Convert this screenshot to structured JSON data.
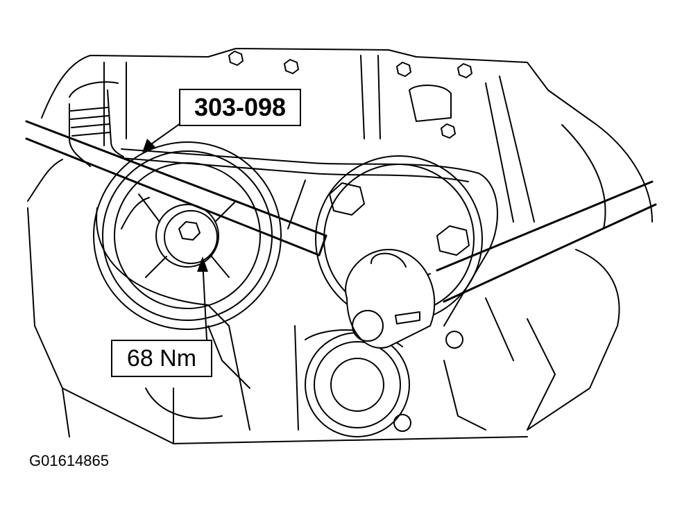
{
  "callouts": {
    "tool_number": "303-098",
    "torque_value": "68 Nm"
  },
  "figure_id": "G01614865"
}
